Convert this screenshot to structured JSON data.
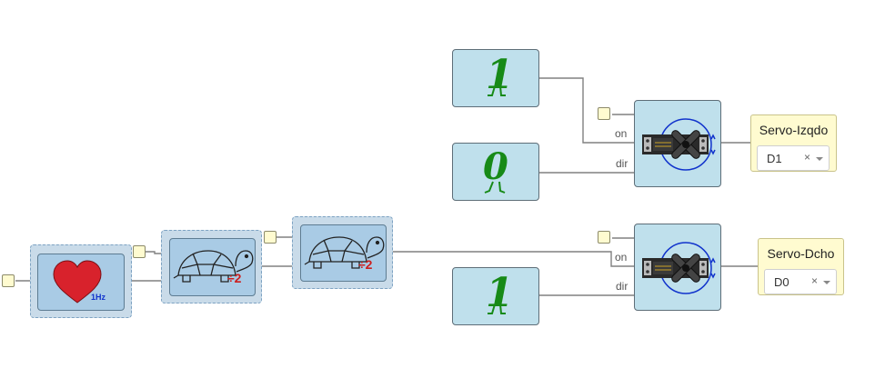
{
  "constants": {
    "top_one": {
      "value": "1",
      "icon": "digit-one-walking-icon"
    },
    "zero": {
      "value": "0",
      "icon": "digit-zero-walking-icon"
    },
    "bottom_one": {
      "value": "1",
      "icon": "digit-one-walking-icon"
    }
  },
  "heart_block": {
    "icon": "heart-icon",
    "freq_label": "1Hz"
  },
  "divider_blocks": [
    {
      "icon": "turtle-icon",
      "label": "÷2"
    },
    {
      "icon": "turtle-icon",
      "label": "÷2"
    }
  ],
  "servo_blocks": [
    {
      "icon": "servo-icon",
      "port_on": "on",
      "port_dir": "dir"
    },
    {
      "icon": "servo-icon",
      "port_on": "on",
      "port_dir": "dir"
    }
  ],
  "outputs": [
    {
      "title": "Servo-Izqdo",
      "value": "D1",
      "clear": "×"
    },
    {
      "title": "Servo-Dcho",
      "value": "D0",
      "clear": "×"
    }
  ],
  "colors": {
    "block_fill": "#bfe0ec",
    "digit_green": "#178a17",
    "heart_red": "#d8222c",
    "divider_red": "#cc1e1e",
    "servo_blue": "#1133cc",
    "freq_blue": "#1133cc",
    "io_fill": "#fffbd0",
    "wire": "#808080"
  }
}
